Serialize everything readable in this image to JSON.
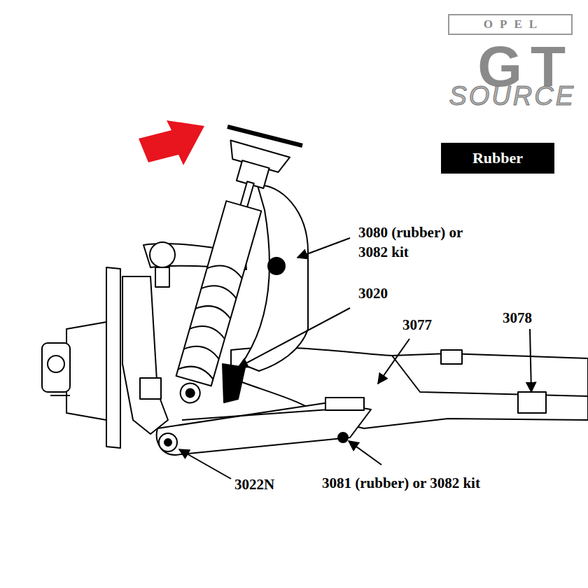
{
  "diagram": {
    "nodes": [
      {
        "text": [
          "OPEL"
        ]
      },
      {
        "text": [
          "Rubber"
        ]
      }
    ],
    "labels": [
      "GT",
      "SOURCE",
      "3080 (rubber) or 3082 kit",
      "3020",
      "3077",
      "3078",
      "3022N",
      "3081 (rubber) or 3082 kit"
    ]
  }
}
